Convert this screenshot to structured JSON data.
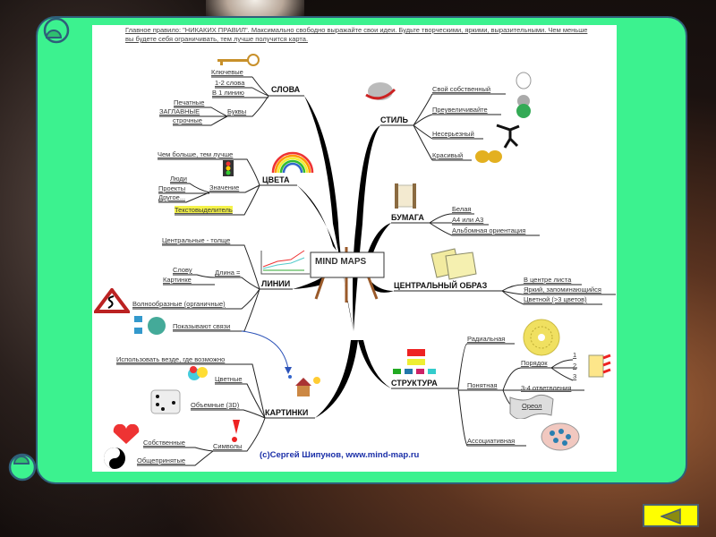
{
  "header": "Главное правило: \"НИКАКИХ ПРАВИЛ\". Максимально свободно выражайте свои идеи. Будьте творческими, яркими, выразительными. Чем меньше вы будете себя ограничивать, тем лучше получится карта.",
  "center": "MIND MAPS",
  "slova": {
    "title": "СЛОВА",
    "items": [
      "Ключевые",
      "1-2 слова",
      "В 1 линию"
    ],
    "bukvy": "Буквы",
    "bukvy_items": [
      "Печатные",
      "ЗАГЛАВНЫЕ",
      "строчные"
    ]
  },
  "cveta": {
    "title": "ЦВЕТА",
    "more": "Чем больше, тем лучше",
    "znachenie": "Значение",
    "znach_items": [
      "Люди",
      "Проекты",
      "Другое..."
    ],
    "marker": "Текстовыделитель"
  },
  "linii": {
    "title": "ЛИНИИ",
    "central": "Центральные - толще",
    "dlina": "Длина =",
    "dlina_items": [
      "Слову",
      "Картинке"
    ],
    "wavy": "Волнообразные (органичные)",
    "links": "Показывают связи"
  },
  "kartinki": {
    "title": "КАРТИНКИ",
    "everywhere": "Использовать везде, где возможно",
    "color": "Цветные",
    "vol": "Объемные (3D)",
    "symbols": "Символы",
    "sym_items": [
      "Собственные",
      "Общепринятые"
    ]
  },
  "stil": {
    "title": "СТИЛЬ",
    "items": [
      "Свой собственный",
      "Преувеличивайте",
      "Несерьезный",
      "Красивый"
    ]
  },
  "bumaga": {
    "title": "БУМАГА",
    "items": [
      "Белая",
      "А4 или А3",
      "Альбомная ориентация"
    ]
  },
  "obraz": {
    "title": "ЦЕНТРАЛЬНЫЙ ОБРАЗ",
    "items": [
      "В центре листа",
      "Яркий, запоминающийся",
      "Цветной (>3 цветов)"
    ]
  },
  "struktura": {
    "title": "СТРУКТУРА",
    "radial": "Радиальная",
    "clear": "Понятная",
    "order": "Порядок",
    "order_items": [
      "1",
      "2",
      "3"
    ],
    "branches": "3-4 ответвления",
    "halo": "Ореол",
    "assoc": "Ассоциативная"
  },
  "copyright": "(c)Сергей Шипунов, www.mind-map.ru",
  "colors": {
    "panel": "#3cf28f",
    "nav": "#ffff00",
    "copyright": "#1a2fa8"
  }
}
